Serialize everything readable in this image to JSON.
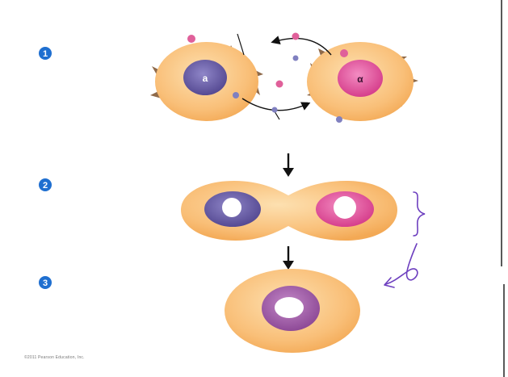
{
  "steps": [
    "1",
    "2",
    "3"
  ],
  "cells": {
    "a_label": "a",
    "alpha_label": "α"
  },
  "copyright": "©2011 Pearson Education, Inc.",
  "colors": {
    "cytoplasm": "#f7b262",
    "cytoplasm_light": "#fcd49a",
    "nucleus_a": "#6f63a8",
    "nucleus_alpha": "#e45aa2",
    "nucleus_fused": "#a865ae",
    "step_badge": "#1f6fd0",
    "annotation_ink": "#6d3fbf",
    "arrow": "#111111",
    "factor_pink": "#e0609a",
    "factor_purple": "#8080c0"
  }
}
